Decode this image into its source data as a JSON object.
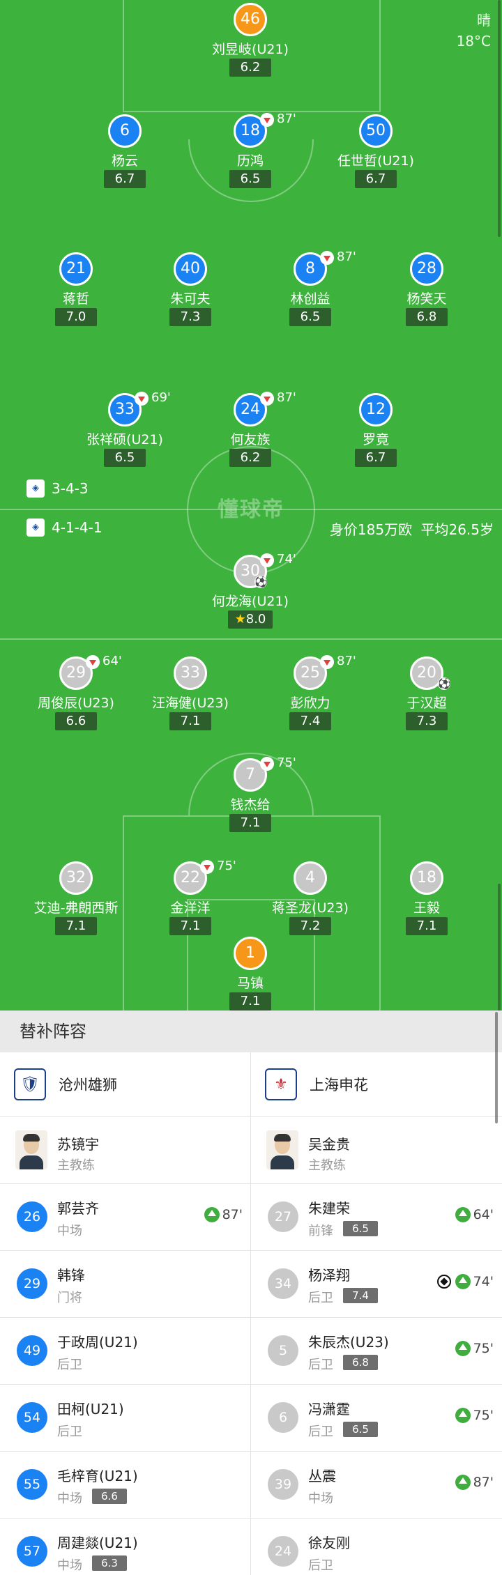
{
  "weather": {
    "condition": "晴",
    "temperature": "18°C"
  },
  "watermark": "懂球帝",
  "away_team": {
    "formation": "3-4-3",
    "players": [
      {
        "number": "46",
        "name": "刘昱岐(U21)",
        "rating": "6.2",
        "color": "orange"
      },
      {
        "number": "6",
        "name": "杨云",
        "rating": "6.7",
        "color": "blue"
      },
      {
        "number": "18",
        "name": "历鸿",
        "rating": "6.5",
        "color": "blue",
        "sub_minute": "87'"
      },
      {
        "number": "50",
        "name": "任世哲(U21)",
        "rating": "6.7",
        "color": "blue"
      },
      {
        "number": "21",
        "name": "蒋哲",
        "rating": "7.0",
        "color": "blue"
      },
      {
        "number": "40",
        "name": "朱可夫",
        "rating": "7.3",
        "color": "blue"
      },
      {
        "number": "8",
        "name": "林创益",
        "rating": "6.5",
        "color": "blue",
        "sub_minute": "87'"
      },
      {
        "number": "28",
        "name": "杨笑天",
        "rating": "6.8",
        "color": "blue"
      },
      {
        "number": "33",
        "name": "张祥硕(U21)",
        "rating": "6.5",
        "color": "blue",
        "sub_minute": "69'"
      },
      {
        "number": "24",
        "name": "何友族",
        "rating": "6.2",
        "color": "blue",
        "sub_minute": "87'"
      },
      {
        "number": "12",
        "name": "罗竟",
        "rating": "6.7",
        "color": "blue"
      }
    ]
  },
  "home_team": {
    "formation": "4-1-4-1",
    "market_value": "身价185万欧",
    "average_age": "平均26.5岁",
    "players": [
      {
        "number": "30",
        "name": "何龙海(U21)",
        "rating": "8.0",
        "color": "gray",
        "sub_minute": "74'",
        "mvp": true
      },
      {
        "number": "29",
        "name": "周俊辰(U23)",
        "rating": "6.6",
        "color": "gray",
        "sub_minute": "64'"
      },
      {
        "number": "33",
        "name": "汪海健(U23)",
        "rating": "7.1",
        "color": "gray"
      },
      {
        "number": "25",
        "name": "彭欣力",
        "rating": "7.4",
        "color": "gray",
        "sub_minute": "87'"
      },
      {
        "number": "20",
        "name": "于汉超",
        "rating": "7.3",
        "color": "gray"
      },
      {
        "number": "7",
        "name": "钱杰给",
        "rating": "7.1",
        "color": "gray",
        "sub_minute": "75'"
      },
      {
        "number": "32",
        "name": "艾迪-弗朗西斯",
        "rating": "7.1",
        "color": "gray"
      },
      {
        "number": "22",
        "name": "金洋洋",
        "rating": "7.1",
        "color": "gray",
        "sub_minute": "75'"
      },
      {
        "number": "4",
        "name": "蒋圣龙(U23)",
        "rating": "7.2",
        "color": "gray"
      },
      {
        "number": "18",
        "name": "王毅",
        "rating": "7.1",
        "color": "gray"
      },
      {
        "number": "1",
        "name": "马镇",
        "rating": "7.1",
        "color": "orange"
      }
    ]
  },
  "subs": {
    "title": "替补阵容",
    "left_team": "沧州雄狮",
    "right_team": "上海申花",
    "left_coach": {
      "name": "苏镜宇",
      "role": "主教练"
    },
    "right_coach": {
      "name": "吴金贵",
      "role": "主教练"
    },
    "left": [
      {
        "number": "26",
        "name": "郭芸齐",
        "pos": "中场",
        "rating": "",
        "in_minute": "87'"
      },
      {
        "number": "29",
        "name": "韩锋",
        "pos": "门将",
        "rating": "",
        "in_minute": ""
      },
      {
        "number": "49",
        "name": "于政周(U21)",
        "pos": "后卫",
        "rating": "",
        "in_minute": ""
      },
      {
        "number": "54",
        "name": "田柯(U21)",
        "pos": "后卫",
        "rating": "",
        "in_minute": ""
      },
      {
        "number": "55",
        "name": "毛梓育(U21)",
        "pos": "中场",
        "rating": "6.6",
        "in_minute": ""
      },
      {
        "number": "57",
        "name": "周建燚(U21)",
        "pos": "中场",
        "rating": "6.3",
        "in_minute": ""
      }
    ],
    "right": [
      {
        "number": "27",
        "name": "朱建荣",
        "pos": "前锋",
        "rating": "6.5",
        "in_minute": "64'"
      },
      {
        "number": "34",
        "name": "杨泽翔",
        "pos": "后卫",
        "rating": "7.4",
        "in_minute": "74'",
        "goal": true
      },
      {
        "number": "5",
        "name": "朱辰杰(U23)",
        "pos": "后卫",
        "rating": "6.8",
        "in_minute": "75'"
      },
      {
        "number": "6",
        "name": "冯潇霆",
        "pos": "后卫",
        "rating": "6.5",
        "in_minute": "75'"
      },
      {
        "number": "39",
        "name": "丛震",
        "pos": "中场",
        "rating": "",
        "in_minute": "87'"
      },
      {
        "number": "24",
        "name": "徐友刚",
        "pos": "后卫",
        "rating": "",
        "in_minute": ""
      }
    ]
  }
}
